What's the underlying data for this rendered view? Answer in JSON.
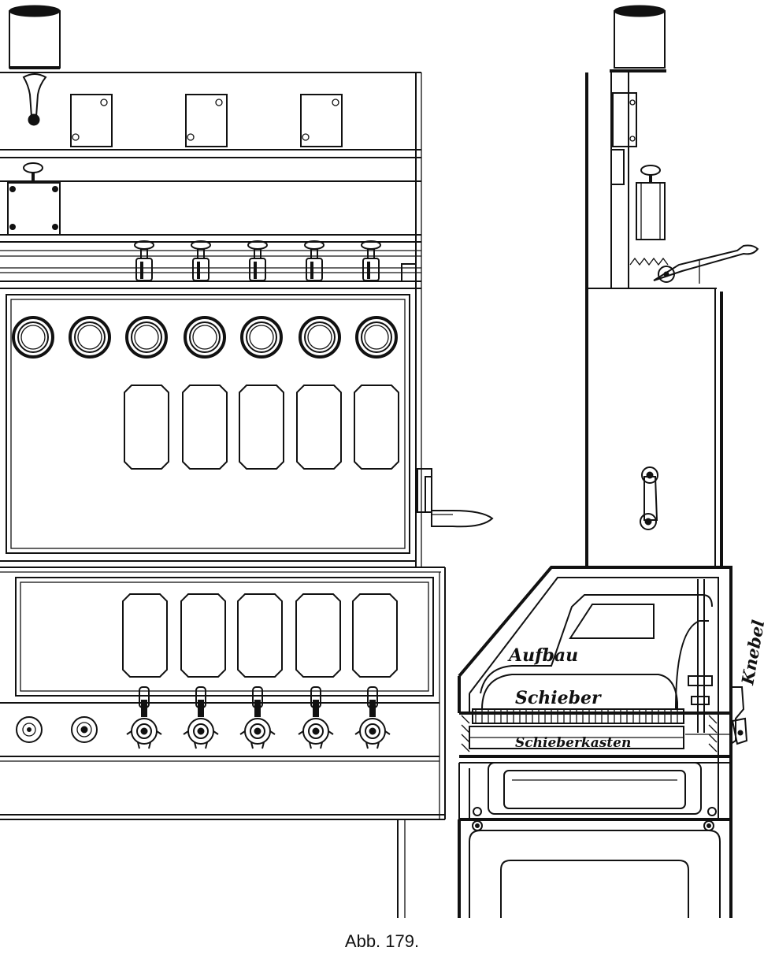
{
  "labels": {
    "aufbau": "Aufbau",
    "schieber": "Schieber",
    "schieberkasten": "Schieberkasten",
    "knebel": "Knebel"
  },
  "caption": "Abb. 179."
}
